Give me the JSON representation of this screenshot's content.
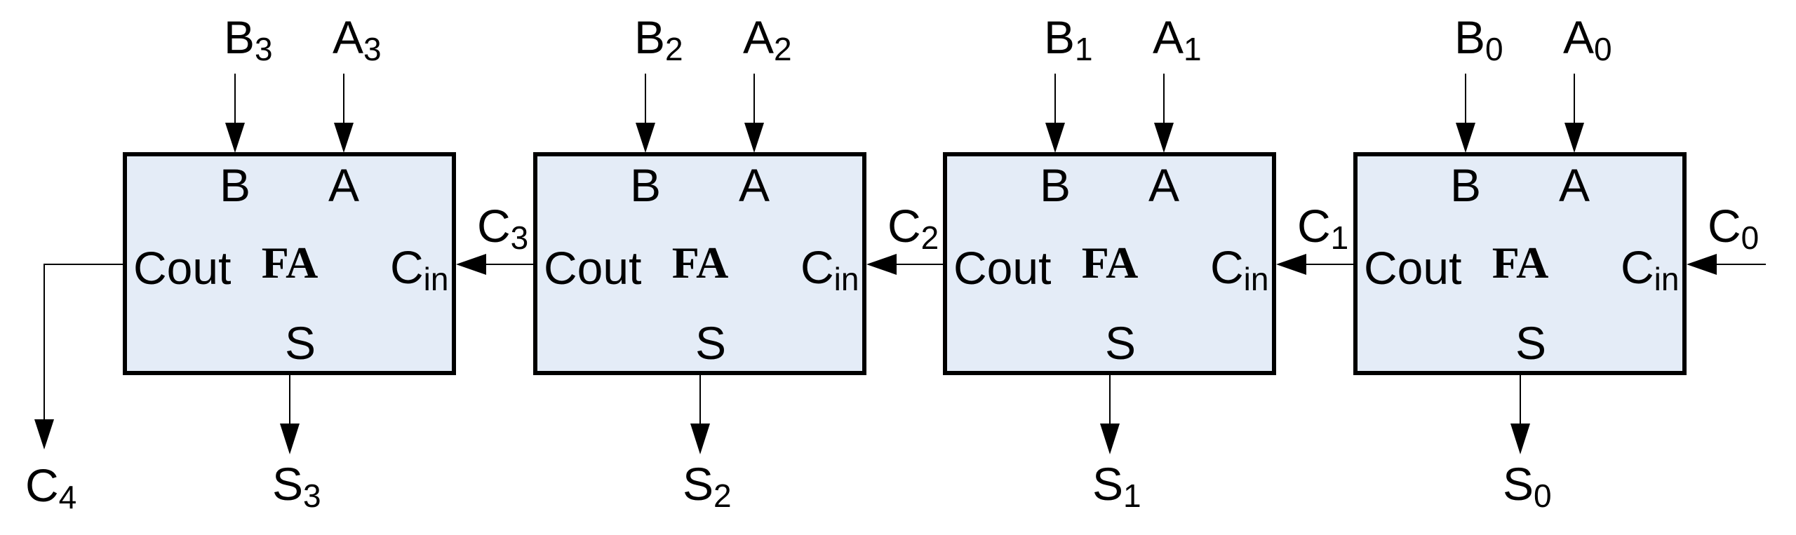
{
  "title": "4-bit ripple-carry adder built from full adders",
  "colors": {
    "box_fill": "#e4ecf7",
    "stroke": "#000000",
    "background": "#ffffff"
  },
  "block_label": "FA",
  "port_labels": {
    "b": "B",
    "a": "A",
    "cout": "Cout",
    "cin_main": "C",
    "cin_sub": "in",
    "s": "S"
  },
  "stages": [
    {
      "id": 3,
      "b_in": {
        "main": "B",
        "sub": "3"
      },
      "a_in": {
        "main": "A",
        "sub": "3"
      },
      "sum_out": {
        "main": "S",
        "sub": "3"
      },
      "carry_in": {
        "main": "C",
        "sub": "3"
      }
    },
    {
      "id": 2,
      "b_in": {
        "main": "B",
        "sub": "2"
      },
      "a_in": {
        "main": "A",
        "sub": "2"
      },
      "sum_out": {
        "main": "S",
        "sub": "2"
      },
      "carry_in": {
        "main": "C",
        "sub": "2"
      }
    },
    {
      "id": 1,
      "b_in": {
        "main": "B",
        "sub": "1"
      },
      "a_in": {
        "main": "A",
        "sub": "1"
      },
      "sum_out": {
        "main": "S",
        "sub": "1"
      },
      "carry_in": {
        "main": "C",
        "sub": "1"
      }
    },
    {
      "id": 0,
      "b_in": {
        "main": "B",
        "sub": "0"
      },
      "a_in": {
        "main": "A",
        "sub": "0"
      },
      "sum_out": {
        "main": "S",
        "sub": "0"
      },
      "carry_in": {
        "main": "C",
        "sub": "0"
      }
    }
  ],
  "final_carry_out": {
    "main": "C",
    "sub": "4"
  }
}
